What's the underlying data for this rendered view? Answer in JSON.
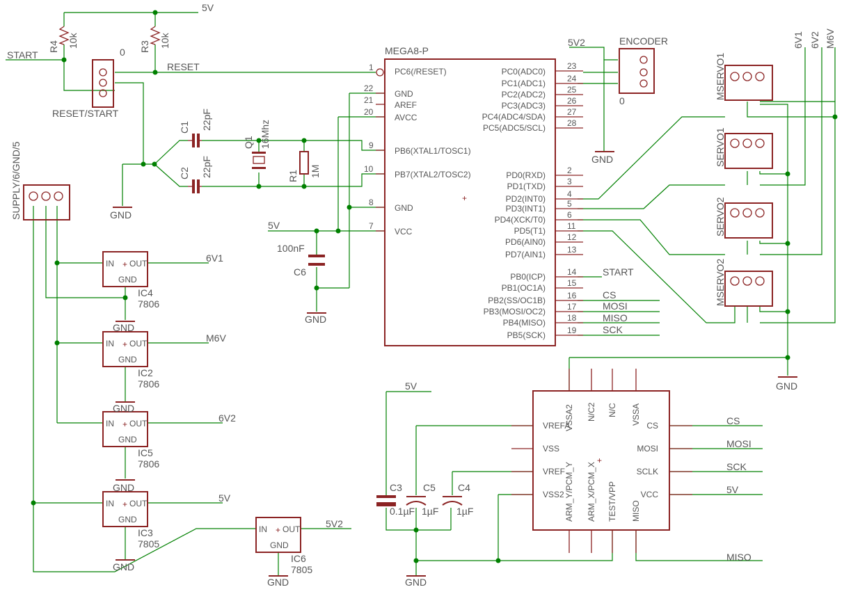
{
  "mcu": {
    "name": "MEGA8-P",
    "pins_left": [
      {
        "label": "PC6(/RESET)",
        "num": "1"
      },
      {
        "label": "GND",
        "num": "22"
      },
      {
        "label": "AREF",
        "num": "21"
      },
      {
        "label": "AVCC",
        "num": "20"
      },
      {
        "label": "PB6(XTAL1/TOSC1)",
        "num": "9"
      },
      {
        "label": "PB7(XTAL2/TOSC2)",
        "num": "10"
      },
      {
        "label": "GND",
        "num": "8"
      },
      {
        "label": "VCC",
        "num": "7"
      }
    ],
    "pins_right": [
      {
        "label": "PC0(ADC0)",
        "num": "23"
      },
      {
        "label": "PC1(ADC1)",
        "num": "24"
      },
      {
        "label": "PC2(ADC2)",
        "num": "25"
      },
      {
        "label": "PC3(ADC3)",
        "num": "26"
      },
      {
        "label": "PC4(ADC4/SDA)",
        "num": "27"
      },
      {
        "label": "PC5(ADC5/SCL)",
        "num": "28"
      },
      {
        "label": "PD0(RXD)",
        "num": "2"
      },
      {
        "label": "PD1(TXD)",
        "num": "3"
      },
      {
        "label": "PD2(INT0)",
        "num": "4"
      },
      {
        "label": "PD3(INT1)",
        "num": "5"
      },
      {
        "label": "PD4(XCK/T0)",
        "num": "6"
      },
      {
        "label": "PD5(T1)",
        "num": "11"
      },
      {
        "label": "PD6(AIN0)",
        "num": "12"
      },
      {
        "label": "PD7(AIN1)",
        "num": "13"
      },
      {
        "label": "PB0(ICP)",
        "num": "14"
      },
      {
        "label": "PB1(OC1A)",
        "num": "15"
      },
      {
        "label": "PB2(SS/OC1B)",
        "num": "16"
      },
      {
        "label": "PB3(MOSI/OC2)",
        "num": "17"
      },
      {
        "label": "PB4(MISO)",
        "num": "18"
      },
      {
        "label": "PB5(SCK)",
        "num": "19"
      }
    ]
  },
  "nets": {
    "start": "START",
    "reset": "RESET",
    "v5": "5V",
    "v5b": "5V2",
    "v6a": "6V1",
    "v6b": "6V2",
    "m6v": "M6V",
    "gnd": "GND",
    "cs": "CS",
    "mosi": "MOSI",
    "miso": "MISO",
    "sck": "SCK"
  },
  "parts": {
    "r4": {
      "name": "R4",
      "value": "10k"
    },
    "r3": {
      "name": "R3",
      "value": "10k"
    },
    "r1": {
      "name": "R1",
      "value": "1M"
    },
    "c1": {
      "name": "C1",
      "value": "22pF"
    },
    "c2": {
      "name": "C2",
      "value": "22pF"
    },
    "q1": {
      "name": "Q1",
      "value": "16Mhz"
    },
    "c6": {
      "name": "C6",
      "value": "100nF"
    },
    "c3": {
      "name": "C3",
      "value": "0.1µF"
    },
    "c5": {
      "name": "C5",
      "value": "1µF"
    },
    "c4": {
      "name": "C4",
      "value": "1µF"
    },
    "reset_conn": {
      "name": "RESET/START",
      "value": "0"
    },
    "encoder": {
      "name": "ENCODER",
      "value": "0"
    },
    "supply": {
      "name": "SUPPLY/6/GND/5"
    },
    "servos": [
      "MSERVO1",
      "SERVO1",
      "SERVO2",
      "MSERVO2"
    ],
    "regs": [
      {
        "name": "IC4",
        "value": "7806",
        "in": "IN",
        "out": "OUT",
        "gnd": "GND"
      },
      {
        "name": "IC2",
        "value": "7806",
        "in": "IN",
        "out": "OUT",
        "gnd": "GND"
      },
      {
        "name": "IC5",
        "value": "7806",
        "in": "IN",
        "out": "OUT",
        "gnd": "GND"
      },
      {
        "name": "IC3",
        "value": "7805",
        "in": "IN",
        "out": "OUT",
        "gnd": "GND"
      },
      {
        "name": "IC6",
        "value": "7805",
        "in": "IN",
        "out": "OUT",
        "gnd": "GND"
      }
    ],
    "sensor": {
      "left": [
        "VREFA",
        "VSS",
        "VREF",
        "VSS2"
      ],
      "right": [
        "CS",
        "MOSI",
        "SCLK",
        "VCC",
        "MISO"
      ],
      "top": [
        "VSSA2",
        "N/C2",
        "N/C",
        "VSSA"
      ],
      "bottom": [
        "ARM_Y/PCM_Y",
        "ARM_X/PCM_X",
        "TEST/VPP"
      ]
    }
  }
}
